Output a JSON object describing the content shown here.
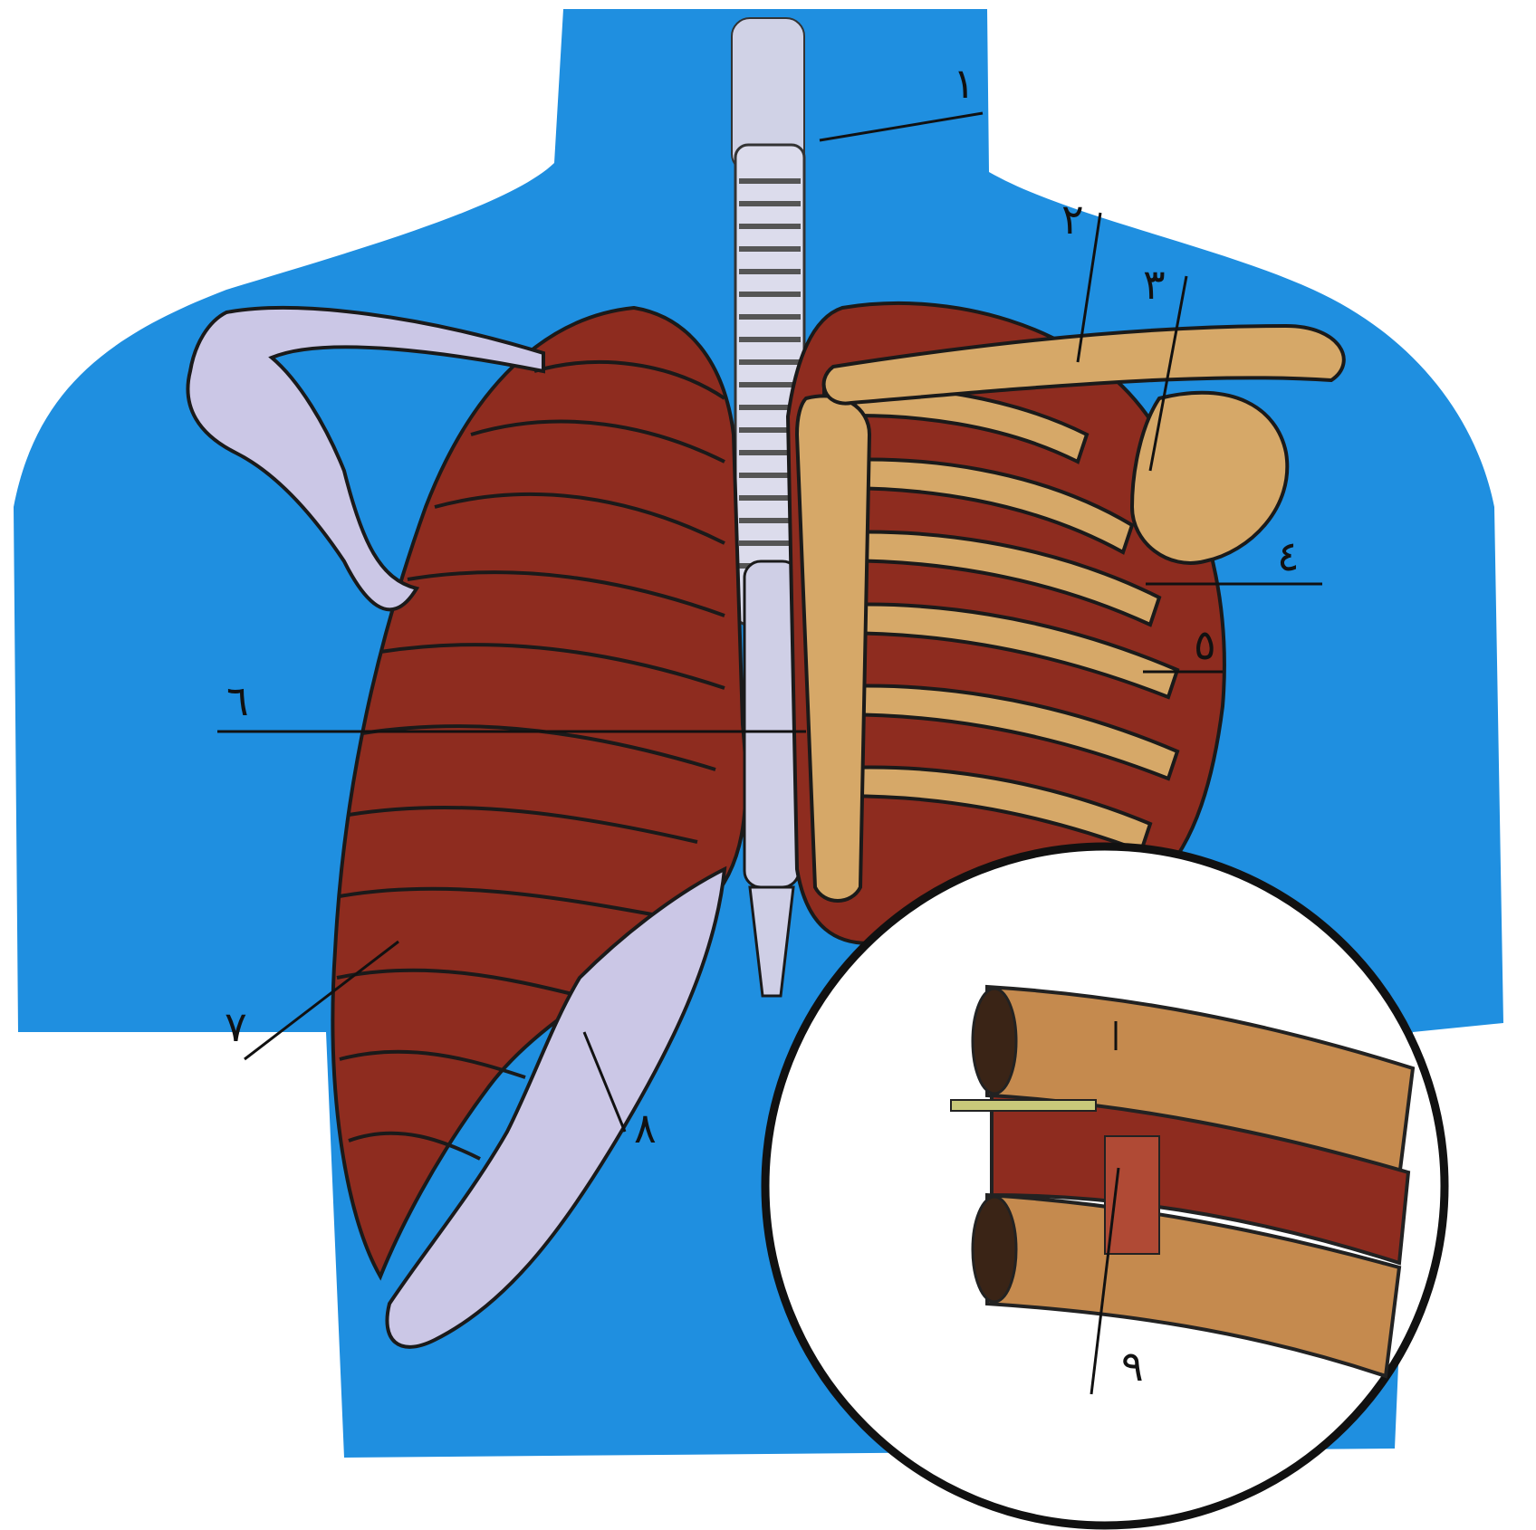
{
  "colors": {
    "background": "#1f8fe0",
    "muscle": "#8e2c1f",
    "bone_left": "#cbc7e6",
    "bone_right": "#d6a868",
    "rib_band": "#b04a35",
    "outline": "#1a1a1a",
    "trachea": "#dcdcec"
  },
  "labels": [
    {
      "id": "label-1",
      "text": "١"
    },
    {
      "id": "label-2",
      "text": "٢"
    },
    {
      "id": "label-3",
      "text": "٣"
    },
    {
      "id": "label-4",
      "text": "٤"
    },
    {
      "id": "label-5",
      "text": "٥"
    },
    {
      "id": "label-6",
      "text": "٦"
    },
    {
      "id": "label-7",
      "text": "٧"
    },
    {
      "id": "label-8",
      "text": "٨"
    },
    {
      "id": "label-9",
      "text": "٩"
    }
  ]
}
